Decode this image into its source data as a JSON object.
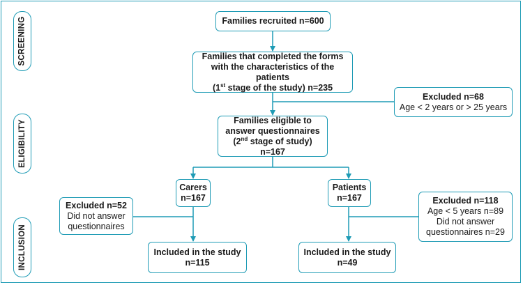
{
  "colors": {
    "accent": "#1e9bb5",
    "text": "#1a1a1a",
    "background": "#ffffff"
  },
  "stages": {
    "screening": "SCREENING",
    "eligibility": "ELIGIBILITY",
    "inclusion": "INCLUSION"
  },
  "nodes": {
    "recruited": {
      "line1": "Families recruited n=600"
    },
    "completed_forms": {
      "line1": "Families that completed the forms",
      "line2": "with the characteristics of the patients",
      "line3_open": "(1",
      "line3_sup": "st",
      "line3_rest": " stage of the study) n=235"
    },
    "excluded_age": {
      "title": "Excluded n=68",
      "detail": "Age < 2 years or > 25 years"
    },
    "eligible": {
      "line1": "Families eligible to",
      "line2": "answer questionnaires",
      "line3_open": "(2",
      "line3_sup": "nd",
      "line3_rest": " stage of study) n=167"
    },
    "carers": {
      "line1": "Carers",
      "line2": "n=167"
    },
    "patients": {
      "line1": "Patients",
      "line2": "n=167"
    },
    "excluded_carers": {
      "title": "Excluded n=52",
      "line1": "Did not answer",
      "line2": "questionnaires"
    },
    "excluded_patients": {
      "title": "Excluded n=118",
      "line1": "Age < 5 years n=89",
      "line2": "Did not answer",
      "line3": "questionnaires n=29"
    },
    "included_carers": {
      "line1": "Included in the study",
      "line2": "n=115"
    },
    "included_patients": {
      "line1": "Included in the study",
      "line2": "n=49"
    }
  }
}
